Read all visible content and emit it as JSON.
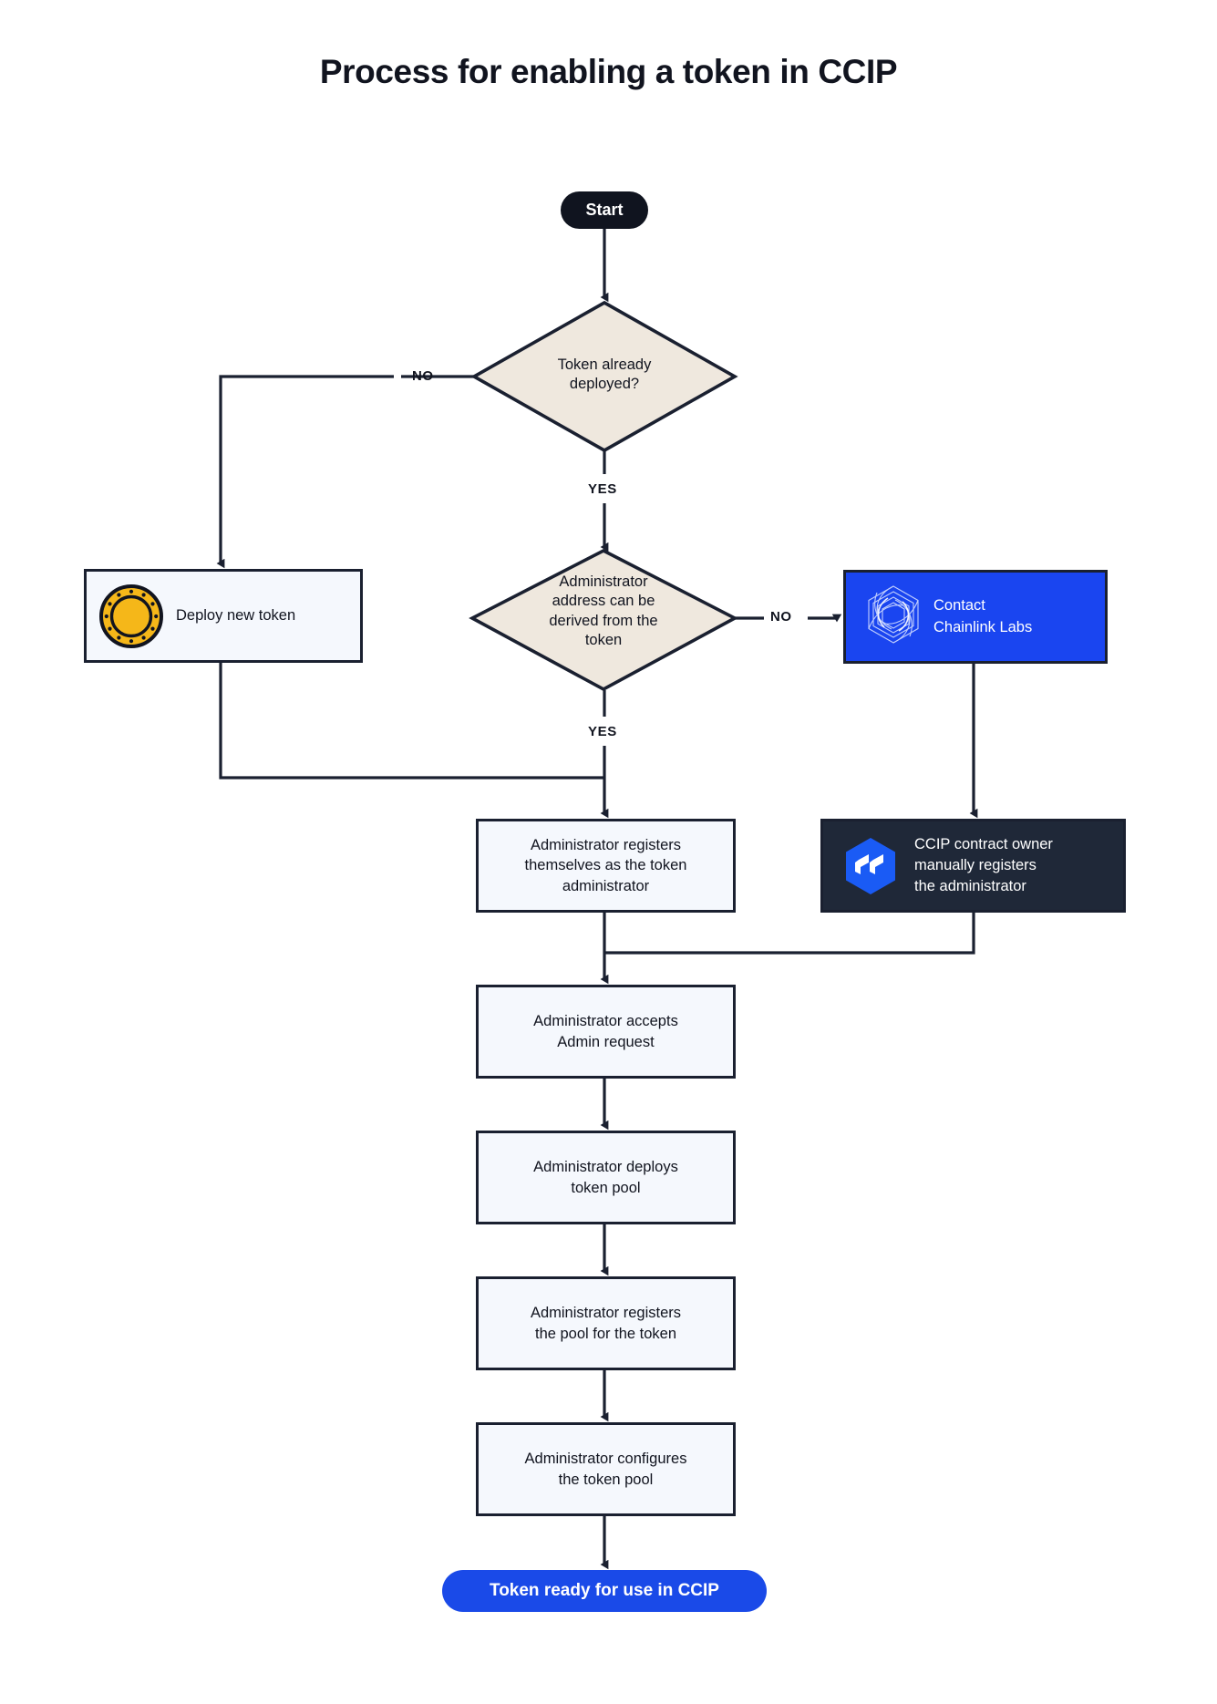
{
  "page": {
    "title": "Process for enabling a token in CCIP",
    "background": "#ffffff"
  },
  "colors": {
    "ink": "#11141f",
    "stroke": "#1a2030",
    "diamond_fill": "#efe8de",
    "box_fill": "#f5f8fd",
    "brand_blue": "#1a45f0",
    "dark_navy": "#1f2838",
    "coin_gold": "#f5b719"
  },
  "nodes": {
    "start": {
      "label": "Start",
      "shape": "pill",
      "fill": "#10141f"
    },
    "decision_deployed": {
      "label": "Token already\ndeployed?",
      "line1": "Token already",
      "line2": "deployed?",
      "shape": "diamond"
    },
    "deploy_new_token": {
      "label": "Deploy new token",
      "shape": "rect",
      "icon": "gold-coin-icon"
    },
    "decision_admin_derived": {
      "shape": "diamond",
      "line1": "Administrator",
      "line2": "address can be",
      "line3": "derived from the",
      "line4": "token"
    },
    "contact_chainlink": {
      "shape": "rect",
      "line1": "Contact",
      "line2": "Chainlink Labs",
      "icon": "chainlink-logo-icon",
      "fill": "#1a45f0"
    },
    "admin_registers_self": {
      "shape": "rect",
      "line1": "Administrator registers",
      "line2": "themselves as the token",
      "line3": "administrator"
    },
    "ccip_owner_registers": {
      "shape": "rect",
      "line1": "CCIP contract owner",
      "line2": "manually registers",
      "line3": "the administrator",
      "icon": "ccip-cube-icon",
      "fill": "#1f2838"
    },
    "admin_accepts": {
      "shape": "rect",
      "line1": "Administrator accepts",
      "line2": "Admin request"
    },
    "admin_deploys_pool": {
      "shape": "rect",
      "line1": "Administrator deploys",
      "line2": "token pool"
    },
    "admin_registers_pool": {
      "shape": "rect",
      "line1": "Administrator registers",
      "line2": "the pool for the token"
    },
    "admin_configures_pool": {
      "shape": "rect",
      "line1": "Administrator configures",
      "line2": "the token pool"
    },
    "end": {
      "label": "Token ready for use in CCIP",
      "shape": "pill",
      "fill": "#1a4ae8"
    }
  },
  "edge_labels": {
    "no_1": "NO",
    "yes_1": "YES",
    "no_2": "NO",
    "yes_2": "YES"
  }
}
